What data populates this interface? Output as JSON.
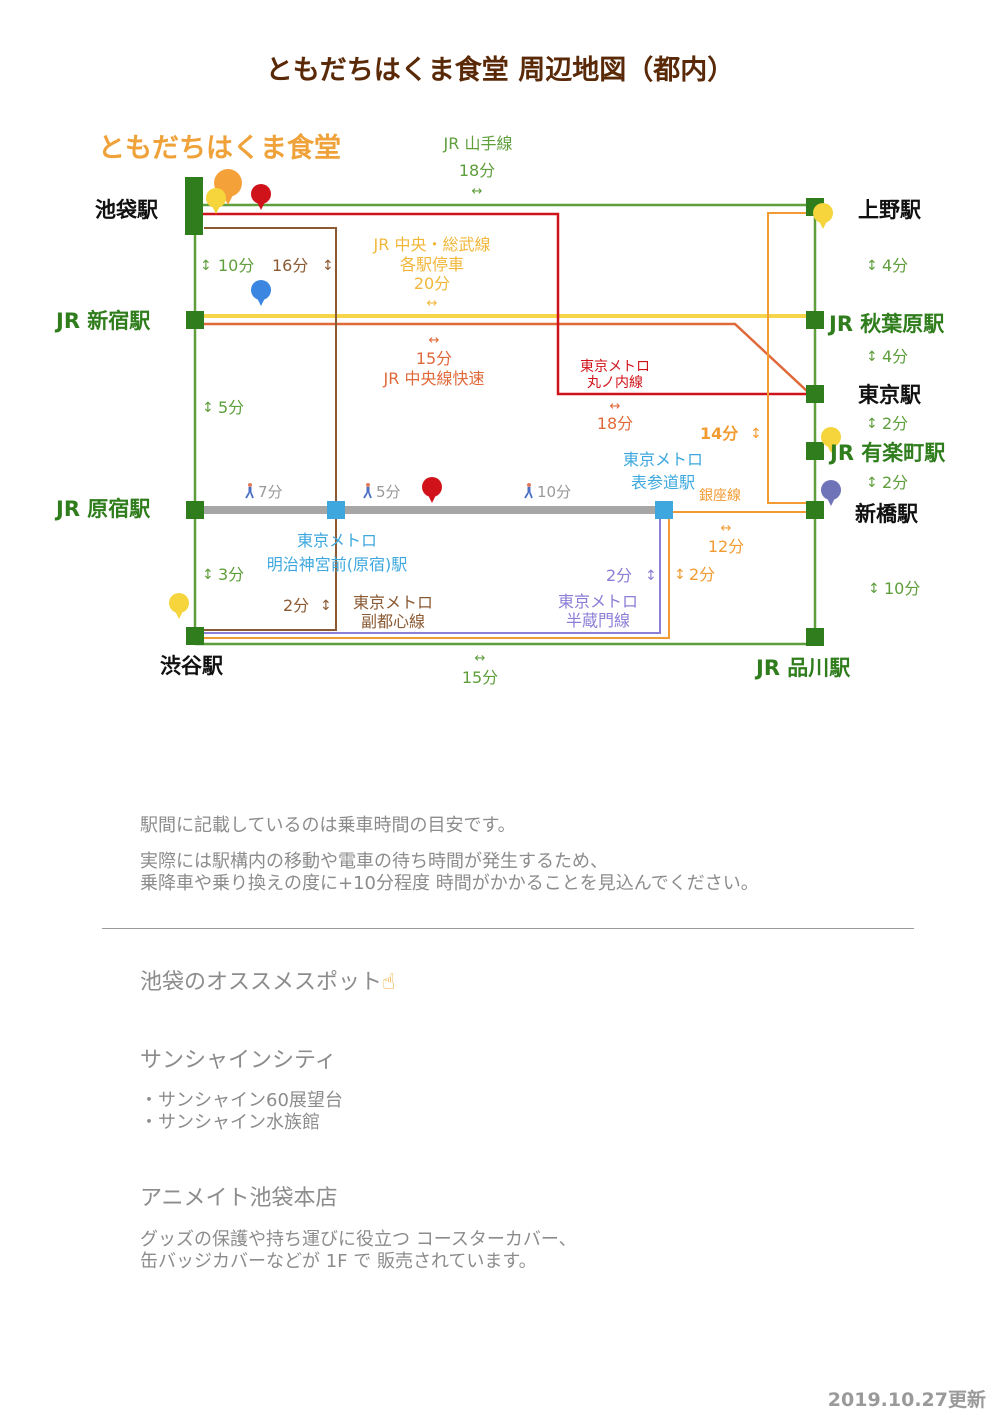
{
  "title": "ともだちはくま食堂 周辺地図（都内）",
  "restaurant_label": "ともだちはくま食堂",
  "stations": {
    "ikebukuro": "池袋駅",
    "shinjuku": "JR 新宿駅",
    "harajuku": "JR 原宿駅",
    "shibuya": "渋谷駅",
    "ueno": "上野駅",
    "akihabara": "JR 秋葉原駅",
    "tokyo": "東京駅",
    "yurakucho": "JR 有楽町駅",
    "shinbashi": "新橋駅",
    "shinagawa": "JR 品川駅",
    "meiji_line1": "東京メトロ",
    "meiji_line2": "明治神宮前(原宿)駅",
    "omote_line1": "東京メトロ",
    "omote_line2": "表参道駅"
  },
  "lines": {
    "yamanote_name": "JR 山手線",
    "yamanote_time": "18分",
    "chuo_sobu_1": "JR 中央・総武線",
    "chuo_sobu_2": "各駅停車",
    "chuo_sobu_time": "20分",
    "chuo_rapid_time": "15分",
    "chuo_rapid_name": "JR 中央線快速",
    "marunouchi_1": "東京メトロ",
    "marunouchi_2": "丸ノ内線",
    "marunouchi_time": "18分",
    "ginza_name": "銀座線",
    "ginza_time1": "14分",
    "ginza_time2": "12分",
    "ginza_time3": "2分",
    "fukutoshin_1": "東京メトロ",
    "fukutoshin_2": "副都心線",
    "fukutoshin_time1": "16分",
    "fukutoshin_time2": "2分",
    "hanzomon_1": "東京メトロ",
    "hanzomon_2": "半蔵門線",
    "hanzomon_time": "2分",
    "shibuya_shinagawa_time": "15分"
  },
  "times": {
    "ikebukuro_shinjuku": "10分",
    "shinjuku_harajuku": "5分",
    "harajuku_shibuya": "3分",
    "ueno_akihabara": "4分",
    "akihabara_tokyo": "4分",
    "tokyo_yurakucho": "2分",
    "yurakucho_shinbashi": "2分",
    "shinbashi_shinagawa": "10分",
    "walk1": "7分",
    "walk2": "5分",
    "walk3": "10分"
  },
  "arrows": {
    "updown": "↕",
    "leftright": "↔"
  },
  "icons": {
    "walker": "walking-person-icon",
    "pin": "map-pin-icon",
    "pointer": "pointing-up-icon"
  },
  "colors": {
    "yamanote": "#5e9e3b",
    "station": "#2f7d1c",
    "chuo_sobu": "#f7d54a",
    "chuo_rapid": "#e0693a",
    "marunouchi": "#d0131b",
    "ginza": "#f29b32",
    "fukutoshin": "#8b5a33",
    "hanzomon": "#8b7ed6",
    "walk": "#a6a6a6",
    "metro_station": "#3ea8de",
    "restaurant": "#f0a23a",
    "pin_yellow": "#f5d43c",
    "pin_red": "#d0131b",
    "pin_blue": "#3a86e0",
    "pin_purple": "#6f73b8",
    "pin_orange": "#f5a13a"
  },
  "notes": {
    "line1": "駅間に記載しているのは乗車時間の目安です。",
    "line2": "実際には駅構内の移動や電車の待ち時間が発生するため、",
    "line3": "乗降車や乗り換えの度に+10分程度 時間がかかることを見込んでください。"
  },
  "spots": {
    "heading": "池袋のオススメスポット",
    "pointer_emoji": "☝",
    "sunshine_title": "サンシャインシティ",
    "sunshine_item1": "・サンシャイン60展望台",
    "sunshine_item2": "・サンシャイン水族館",
    "animate_title": "アニメイト池袋本店",
    "animate_desc1": "グッズの保護や持ち運びに役立つ コースターカバー、",
    "animate_desc2": "缶バッジカバーなどが 1F で 販売されています。"
  },
  "updated": "2019.10.27更新"
}
